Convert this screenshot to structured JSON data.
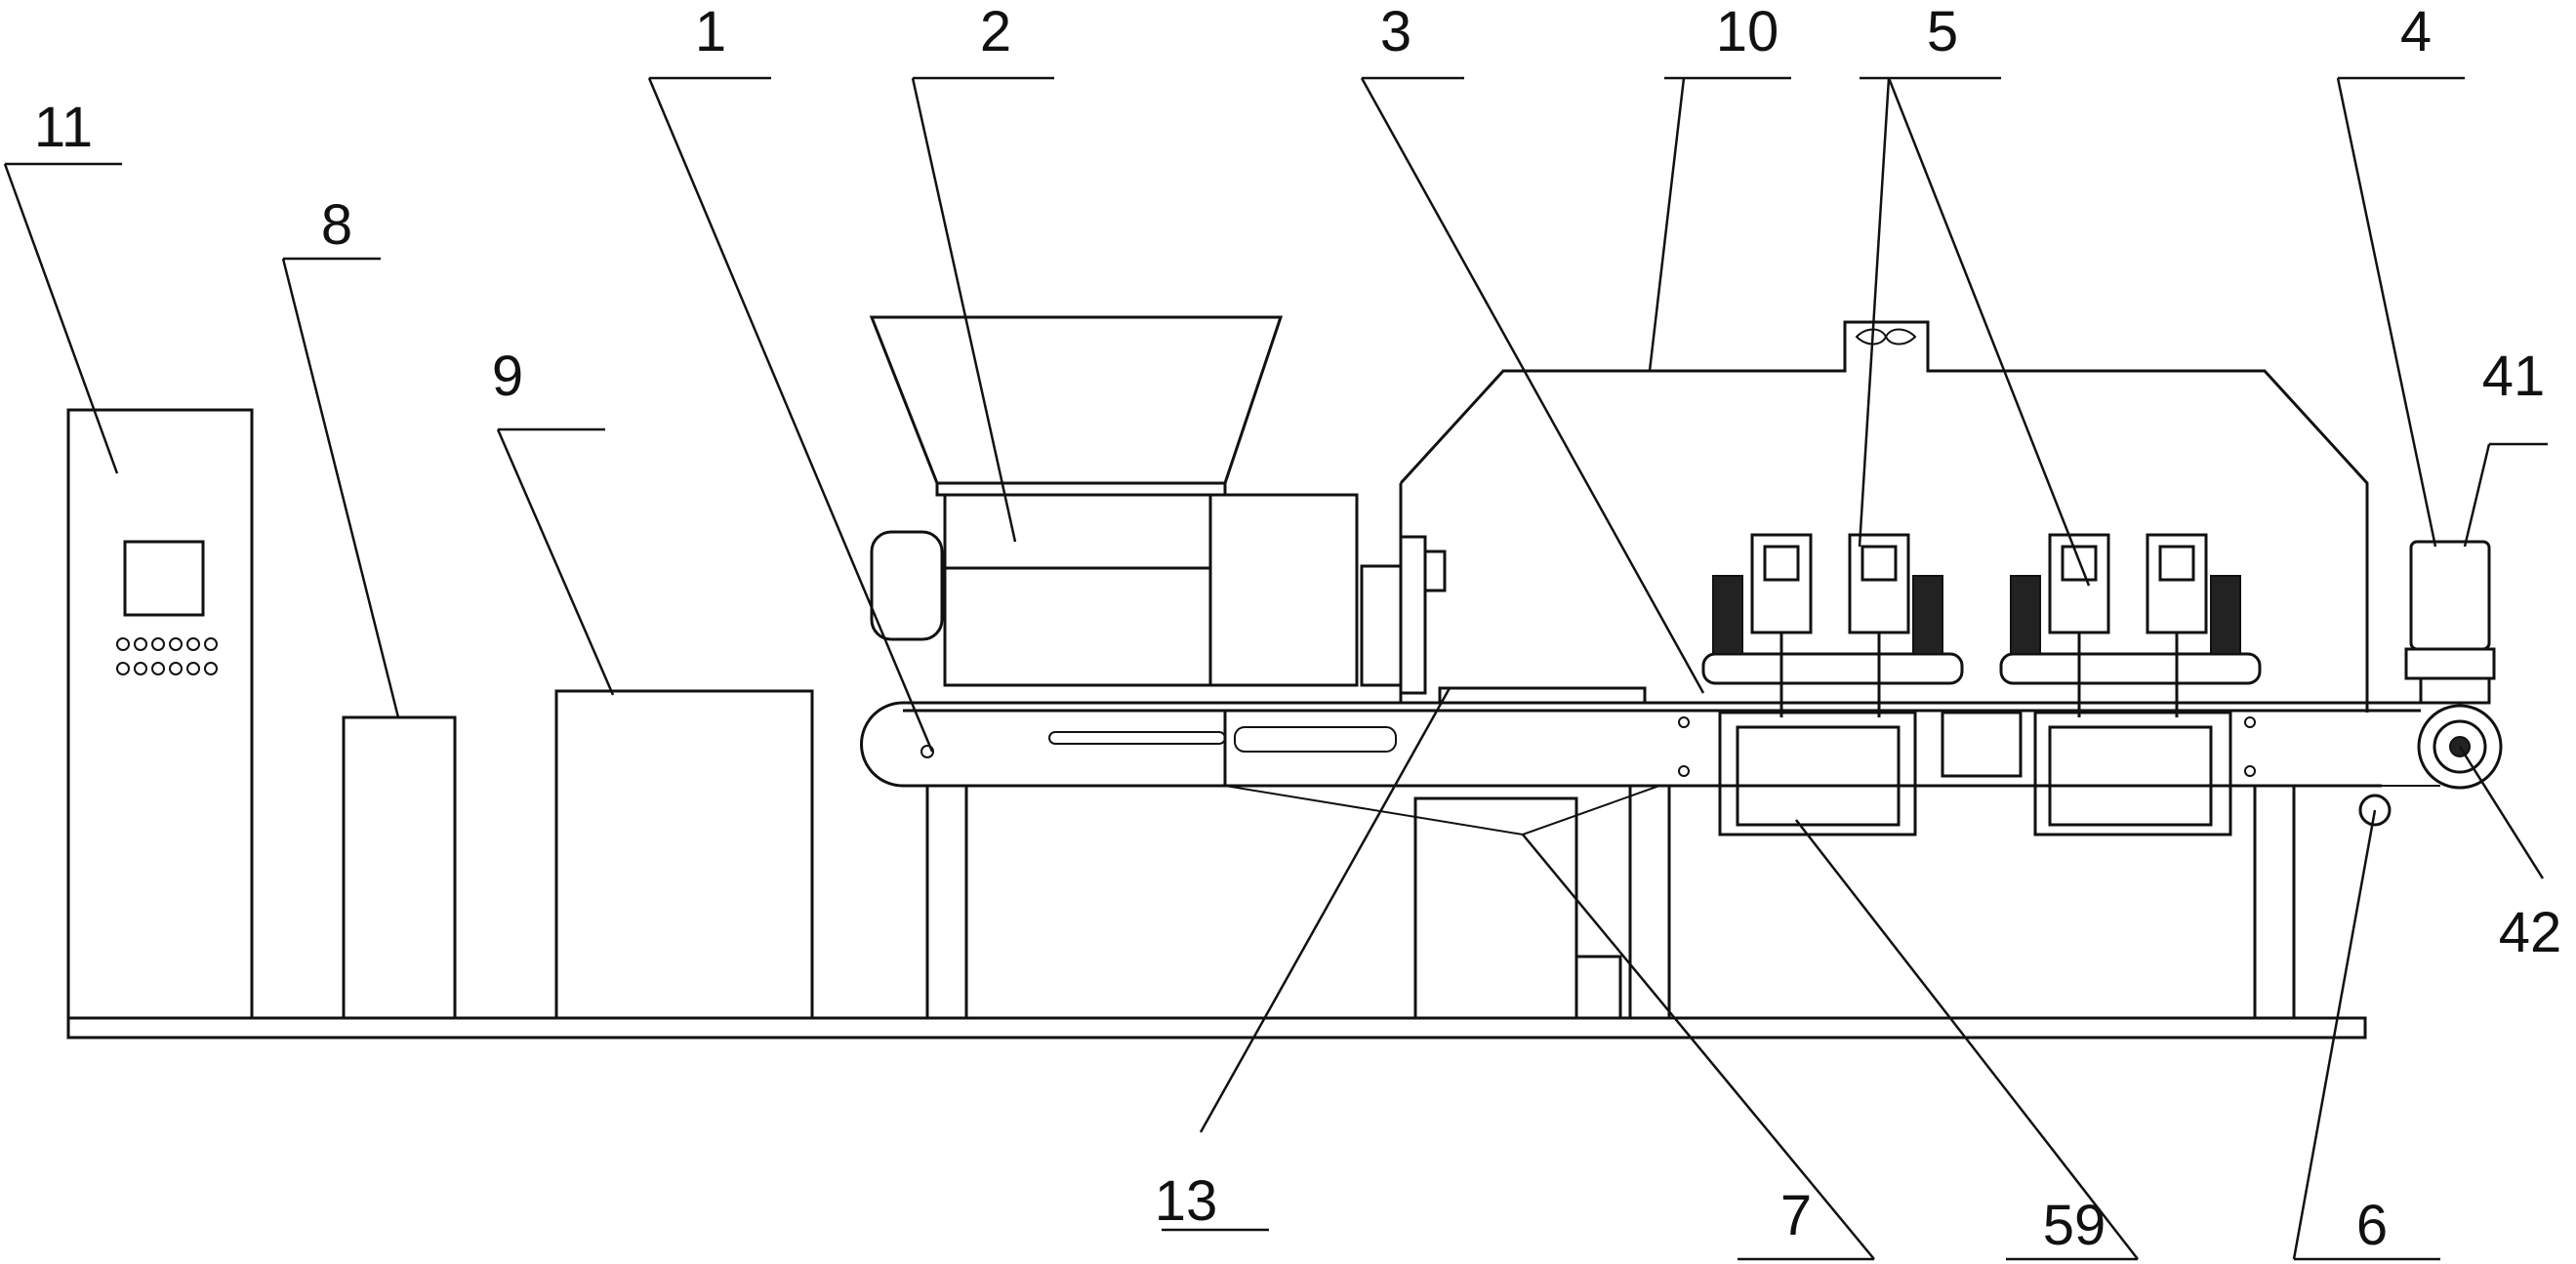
{
  "labels": {
    "l1": "1",
    "l2": "2",
    "l3": "3",
    "l4": "4",
    "l5": "5",
    "l6": "6",
    "l7": "7",
    "l8": "8",
    "l9": "9",
    "l10": "10",
    "l11": "11",
    "l13": "13",
    "l41": "41",
    "l42": "42",
    "l59": "59"
  }
}
